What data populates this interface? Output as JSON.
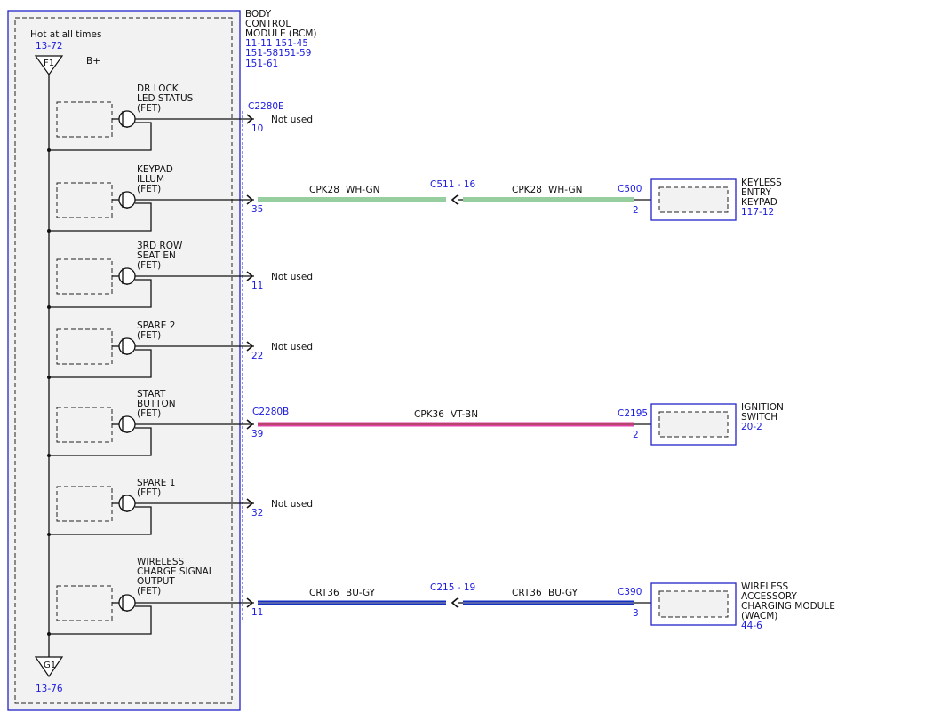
{
  "bcm": {
    "title_lines": [
      "BODY",
      "CONTROL",
      "MODULE (BCM)"
    ],
    "ref_lines": [
      "11-11  151-45",
      "151-58151-59",
      "151-61"
    ],
    "power_label": "Hot at all times",
    "power_ref": "13-72",
    "fuse_label": "F1",
    "bplus_label": "B+",
    "ground_label": "G1",
    "ground_ref": "13-76"
  },
  "outputs": [
    {
      "label_lines": [
        "DR LOCK",
        "LED STATUS",
        "(FET)"
      ],
      "connector": "C2280E",
      "pin": "10",
      "status": "Not used"
    },
    {
      "label_lines": [
        "KEYPAD",
        "ILLUM",
        "(FET)"
      ],
      "connector": "",
      "pin": "35",
      "status": ""
    },
    {
      "label_lines": [
        "3RD ROW",
        "SEAT EN",
        "(FET)"
      ],
      "connector": "",
      "pin": "11",
      "status": "Not used"
    },
    {
      "label_lines": [
        "SPARE 2",
        "(FET)"
      ],
      "connector": "",
      "pin": "22",
      "status": "Not used"
    },
    {
      "label_lines": [
        "START",
        "BUTTON",
        "(FET)"
      ],
      "connector": "C2280B",
      "pin": "39",
      "status": ""
    },
    {
      "label_lines": [
        "SPARE 1",
        "(FET)"
      ],
      "connector": "",
      "pin": "32",
      "status": "Not used"
    },
    {
      "label_lines": [
        "WIRELESS",
        "CHARGE SIGNAL",
        "OUTPUT",
        "(FET)"
      ],
      "connector": "",
      "pin": "11",
      "status": ""
    }
  ],
  "circuits": [
    {
      "segments": [
        {
          "circuit": "CPK28",
          "color": "WH-GN"
        },
        {
          "circuit": "CPK28",
          "color": "WH-GN"
        }
      ],
      "inline_connector": "C511 - 16",
      "component_connector": "C500",
      "component_pin": "2",
      "component_lines": [
        "KEYLESS",
        "ENTRY",
        "KEYPAD"
      ],
      "component_ref": "117-12",
      "wire_colors": [
        "#ffffff",
        "#2f9e3f"
      ]
    },
    {
      "segments": [
        {
          "circuit": "CPK36",
          "color": "VT-BN"
        }
      ],
      "inline_connector": "",
      "component_connector": "C2195",
      "component_pin": "2",
      "component_lines": [
        "IGNITION",
        "SWITCH"
      ],
      "component_ref": "20-2",
      "wire_colors": [
        "#e040a8",
        "#8b4a2b"
      ]
    },
    {
      "segments": [
        {
          "circuit": "CRT36",
          "color": "BU-GY"
        },
        {
          "circuit": "CRT36",
          "color": "BU-GY"
        }
      ],
      "inline_connector": "C215 - 19",
      "component_connector": "C390",
      "component_pin": "3",
      "component_lines": [
        "WIRELESS",
        "ACCESSORY",
        "CHARGING MODULE",
        "(WACM)"
      ],
      "component_ref": "44-6",
      "wire_colors": [
        "#1530c0",
        "#9a9a9a"
      ]
    }
  ]
}
